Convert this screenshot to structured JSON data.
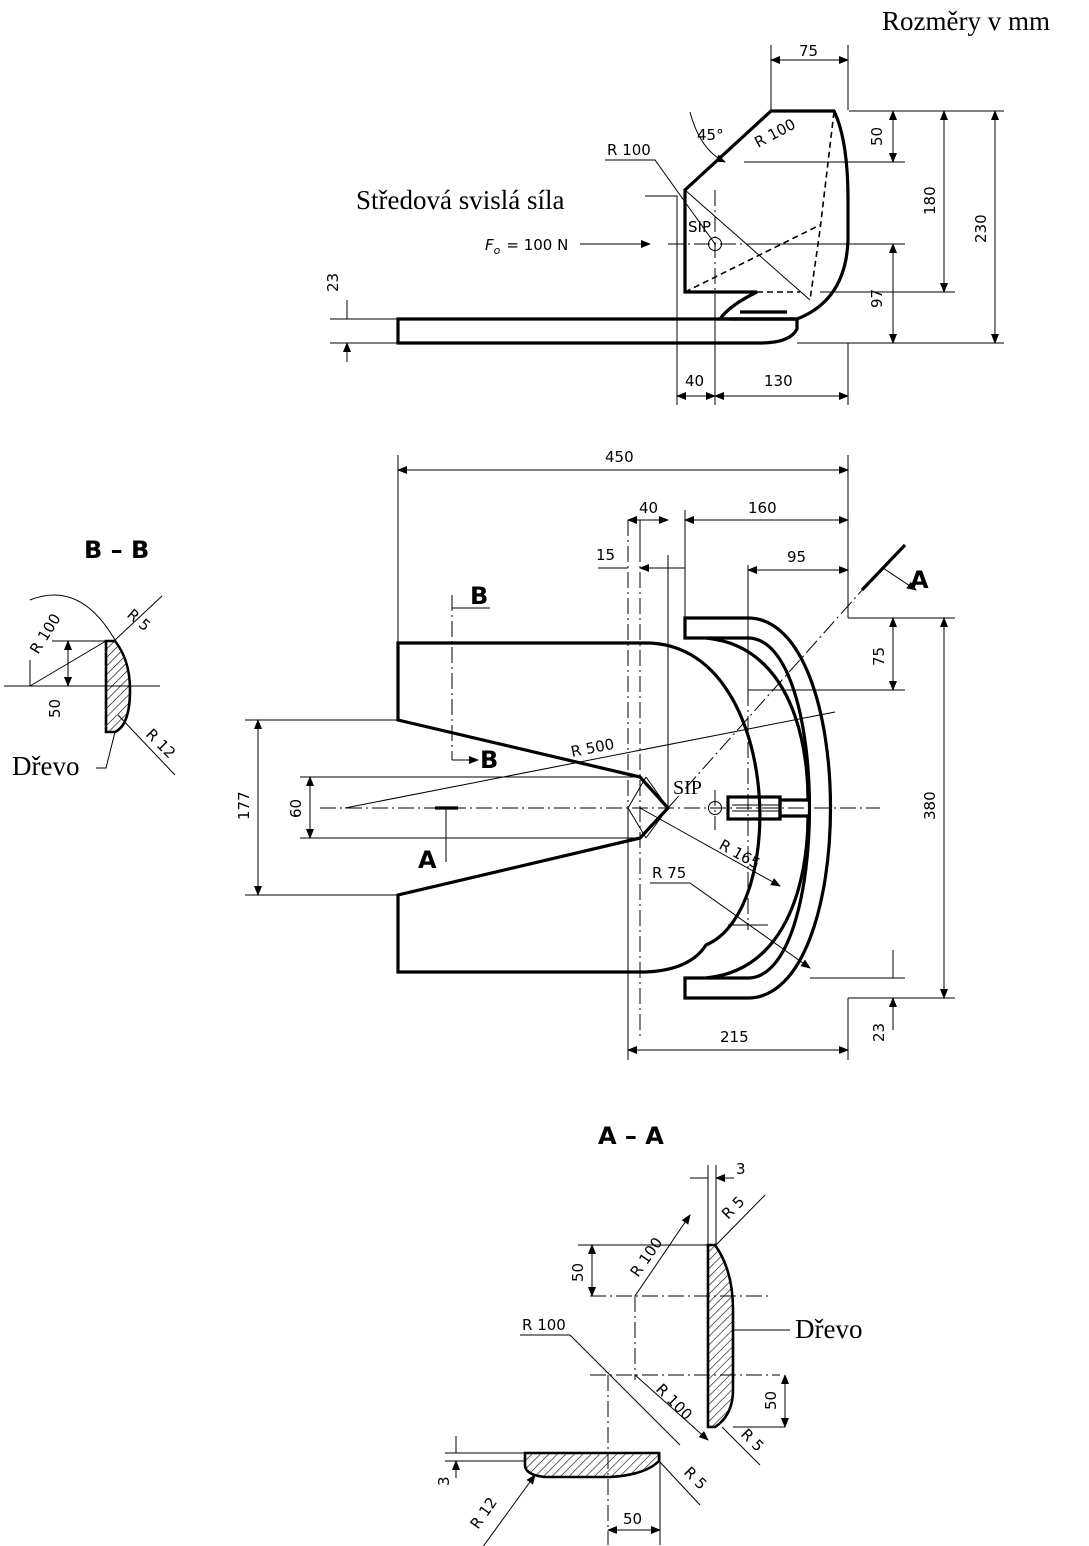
{
  "units_note": "Rozměry v mm",
  "side_view": {
    "force_label": "Středová svislá síla",
    "force_symbol": "F",
    "force_subscript": "o",
    "force_value": "= 100 N",
    "sip": "SIP",
    "dims": {
      "d75": "75",
      "d45": "45°",
      "r100a": "R 100",
      "r100b": "R 100",
      "d50": "50",
      "d180": "180",
      "d230": "230",
      "d97": "97",
      "d23": "23",
      "d40": "40",
      "d130": "130"
    }
  },
  "top_view": {
    "sip": "SIP",
    "dims": {
      "d450": "450",
      "d40": "40",
      "d160": "160",
      "d15": "15",
      "d95": "95",
      "d75": "75",
      "d380": "380",
      "d177": "177",
      "d60": "60",
      "r500": "R 500",
      "r165": "R 165",
      "r75": "R 75",
      "d215": "215",
      "d23": "23"
    },
    "section_marks": {
      "a": "A",
      "b": "B"
    }
  },
  "section_bb": {
    "title": "B – B",
    "wood": "Dřevo",
    "dims": {
      "r100": "R 100",
      "r5": "R 5",
      "d50": "50",
      "r12": "R 12"
    }
  },
  "section_aa": {
    "title": "A – A",
    "wood": "Dřevo",
    "dims": {
      "d3a": "3",
      "r5a": "R 5",
      "r100a": "R 100",
      "d50a": "50",
      "r100b": "R 100",
      "r100c": "R 100",
      "d50b": "50",
      "r5b": "R 5",
      "d3b": "3",
      "r12": "R 12",
      "r5c": "R 5",
      "d50c": "50"
    }
  }
}
